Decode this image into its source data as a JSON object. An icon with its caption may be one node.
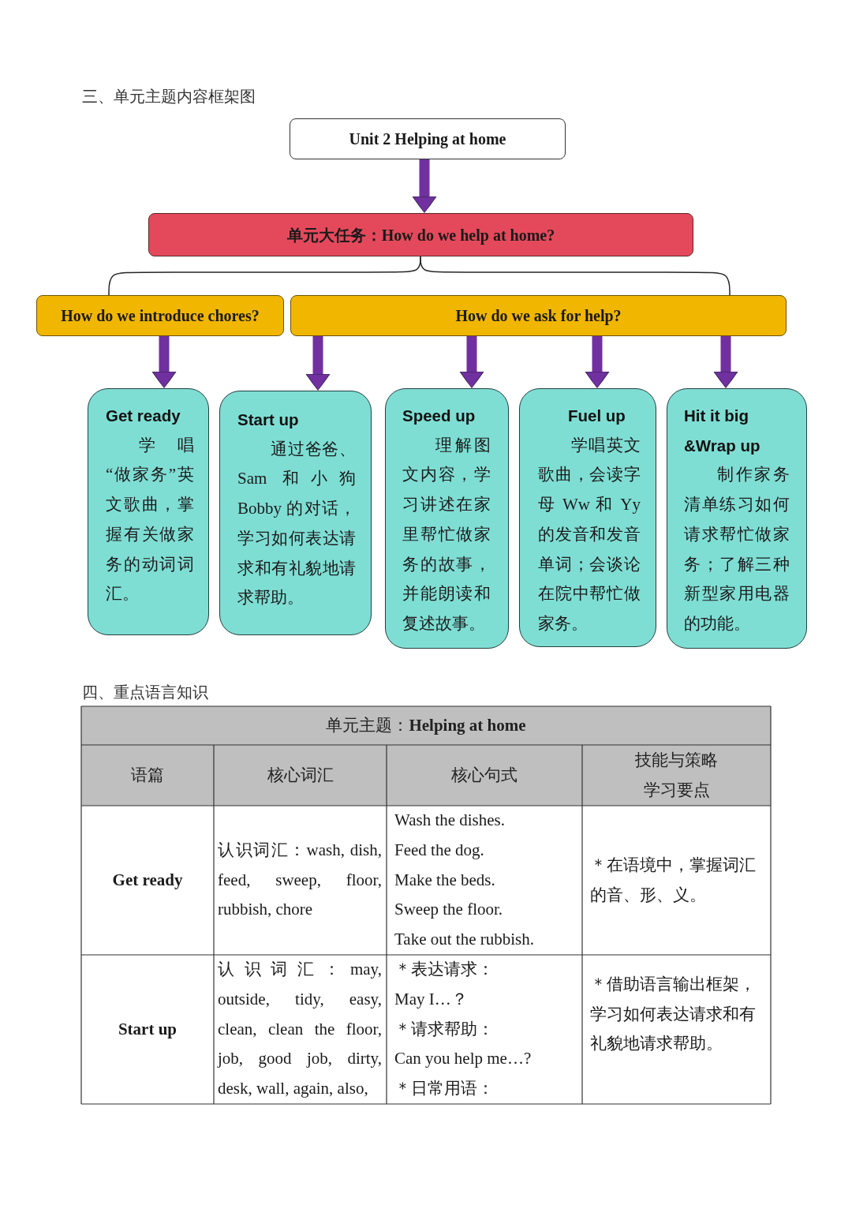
{
  "diagram": {
    "nodes": [
      {
        "text": [
          "Unit 2 Helping at home"
        ]
      },
      {
        "text": [
          "单元大任务：How do we help at home?"
        ]
      },
      {
        "text": [
          "How do we introduce chores?"
        ]
      },
      {
        "text": [
          "How do we ask for help?"
        ]
      },
      {
        "text": [
          "Get ready",
          "学唱“做家务”英文歌曲，掌握有关做家务的动词词汇。"
        ]
      },
      {
        "text": [
          "Start up",
          "通过爸爸、Sam 和小狗 Bobby 的对话，学习如何表达请求和有礼貌地请求帮助。"
        ]
      },
      {
        "text": [
          "Speed up",
          "理解图文内容，学习讲述在家里帮忙做家务的故事，并能朗读和复述故事。"
        ]
      },
      {
        "text": [
          "Fuel up",
          "学唱英文歌曲，会读字母 Ww 和 Yy 的发音和发音单词；会谈论在院中帮忙做家务。"
        ]
      },
      {
        "text": [
          "Hit it big &Wrap up",
          "制作家务清单练习如何请求帮忙做家务；了解三种新型家用电器的功能。"
        ]
      }
    ],
    "edges": [
      {
        "from": 0,
        "to": 1,
        "arrow": "to"
      },
      {
        "from": 1,
        "to": 2,
        "arrow": "none",
        "color": "#262626"
      },
      {
        "from": 1,
        "to": 3,
        "arrow": "none",
        "color": "#262626"
      },
      {
        "from": 2,
        "to": 4,
        "arrow": "to"
      },
      {
        "from": 3,
        "to": 5,
        "arrow": "to"
      },
      {
        "from": 3,
        "to": 6,
        "arrow": "to"
      },
      {
        "from": 3,
        "to": 7,
        "arrow": "to"
      },
      {
        "from": 3,
        "to": 8,
        "arrow": "to"
      }
    ],
    "labels": [
      "三、单元主题内容框架图",
      "四、重点语言知识",
      "单元主题：**Helping at home**",
      "语篇",
      "核心词汇",
      "核心句式",
      "技能与策略学习要点",
      "Get ready",
      "认识词汇：wash, dish, feed, sweep, floor, rubbish, chore",
      "Wash the dishes.",
      "Feed the dog.",
      "Make the beds.",
      "Sweep the floor.",
      "Take out the rubbish.",
      "＊在语境中，掌握词汇的音、形、义。",
      "Start up",
      "认识词汇：may, outside, tidy, easy, clean, clean the floor, job, good job, dirty, desk, wall, again, also,",
      "＊表达请求：",
      "May I…？",
      "＊请求帮助：",
      "Can you help me…?",
      "＊日常用语：",
      "＊借助语言输出框架，学习如何表达请求和有礼貌地请求帮助。"
    ]
  }
}
